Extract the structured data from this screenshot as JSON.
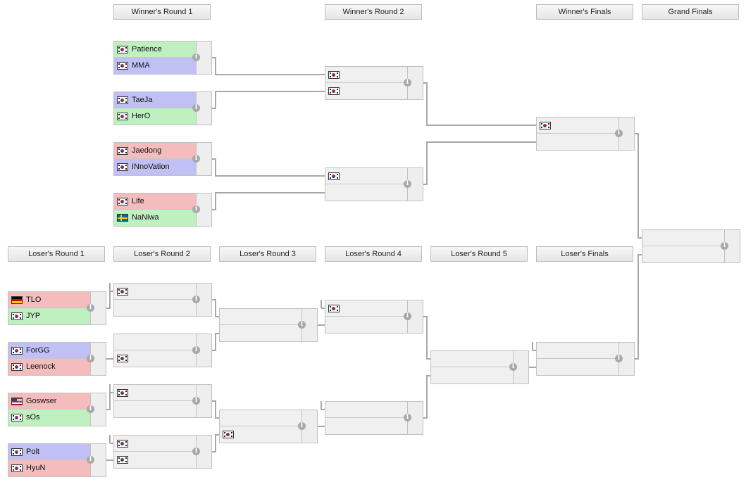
{
  "rounds": {
    "wr1": "Winner's Round 1",
    "wr2": "Winner's Round 2",
    "wf": "Winner's Finals",
    "gf": "Grand Finals",
    "lr1": "Loser's Round 1",
    "lr2": "Loser's Round 2",
    "lr3": "Loser's Round 3",
    "lr4": "Loser's Round 4",
    "lr5": "Loser's Round 5",
    "lf": "Loser's Finals"
  },
  "slot_colors": {
    "green": "#bff0bf",
    "blue": "#c0c0f4",
    "red": "#f4bcbc",
    "empty": "#f0f0f0",
    "connector": "#a8a8a8"
  },
  "matches": {
    "wr1_m1": {
      "top": {
        "name": "Patience",
        "flag": "kr",
        "color": "green"
      },
      "bottom": {
        "name": "MMA",
        "flag": "kr",
        "color": "blue"
      }
    },
    "wr1_m2": {
      "top": {
        "name": "TaeJa",
        "flag": "kr",
        "color": "blue"
      },
      "bottom": {
        "name": "HerO",
        "flag": "kr",
        "color": "green"
      }
    },
    "wr1_m3": {
      "top": {
        "name": "Jaedong",
        "flag": "kr",
        "color": "red"
      },
      "bottom": {
        "name": "INnoVation",
        "flag": "kr",
        "color": "blue"
      }
    },
    "wr1_m4": {
      "top": {
        "name": "Life",
        "flag": "kr",
        "color": "red"
      },
      "bottom": {
        "name": "NaNiwa",
        "flag": "se",
        "color": "green"
      }
    },
    "wr2_m1": {
      "top": {
        "name": "",
        "flag": "kr"
      },
      "bottom": {
        "name": "",
        "flag": "kr"
      }
    },
    "wr2_m2": {
      "top": {
        "name": "",
        "flag": "kr"
      },
      "bottom": {
        "name": ""
      }
    },
    "wf_m1": {
      "top": {
        "name": "",
        "flag": "kr"
      },
      "bottom": {
        "name": ""
      }
    },
    "gf_m1": {
      "top": {
        "name": ""
      },
      "bottom": {
        "name": ""
      }
    },
    "lr1_m1": {
      "top": {
        "name": "TLO",
        "flag": "de",
        "color": "red"
      },
      "bottom": {
        "name": "JYP",
        "flag": "kr",
        "color": "green"
      }
    },
    "lr1_m2": {
      "top": {
        "name": "ForGG",
        "flag": "kr",
        "color": "blue"
      },
      "bottom": {
        "name": "Leenock",
        "flag": "kr",
        "color": "red"
      }
    },
    "lr1_m3": {
      "top": {
        "name": "Goswser",
        "flag": "us",
        "color": "red"
      },
      "bottom": {
        "name": "sOs",
        "flag": "kr",
        "color": "green"
      }
    },
    "lr1_m4": {
      "top": {
        "name": "Polt",
        "flag": "kr",
        "color": "blue"
      },
      "bottom": {
        "name": "HyuN",
        "flag": "kr",
        "color": "red"
      }
    },
    "lr2_m1": {
      "top": {
        "name": "",
        "flag": "kr"
      },
      "bottom": {
        "name": ""
      }
    },
    "lr2_m2": {
      "top": {
        "name": ""
      },
      "bottom": {
        "name": "",
        "flag": "kr"
      }
    },
    "lr2_m3": {
      "top": {
        "name": "",
        "flag": "kr"
      },
      "bottom": {
        "name": ""
      }
    },
    "lr2_m4": {
      "top": {
        "name": "",
        "flag": "kr"
      },
      "bottom": {
        "name": "",
        "flag": "kr"
      }
    },
    "lr3_m1": {
      "top": {
        "name": ""
      },
      "bottom": {
        "name": ""
      }
    },
    "lr3_m2": {
      "top": {
        "name": ""
      },
      "bottom": {
        "name": "",
        "flag": "kr"
      }
    },
    "lr4_m1": {
      "top": {
        "name": "",
        "flag": "kr"
      },
      "bottom": {
        "name": ""
      }
    },
    "lr4_m2": {
      "top": {
        "name": ""
      },
      "bottom": {
        "name": ""
      }
    },
    "lr5_m1": {
      "top": {
        "name": ""
      },
      "bottom": {
        "name": ""
      }
    },
    "lf_m1": {
      "top": {
        "name": ""
      },
      "bottom": {
        "name": ""
      }
    }
  }
}
